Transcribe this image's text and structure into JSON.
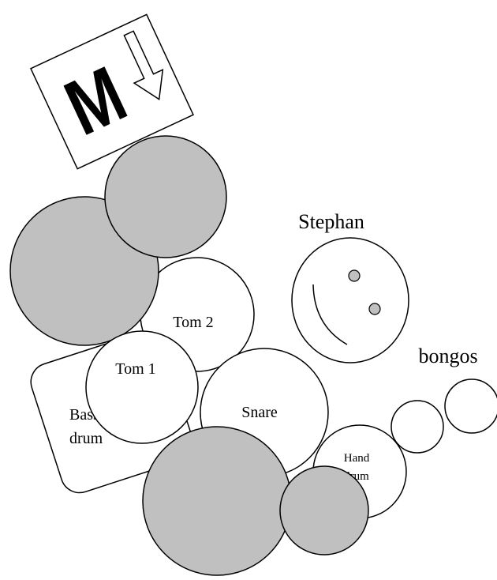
{
  "colors": {
    "cymbal_fill": "#c0c0c0",
    "drum_fill": "#ffffff",
    "stroke": "#000000",
    "background": "#ffffff"
  },
  "monitor": {
    "letter": "M",
    "arrow_icon": "arrow-down-icon"
  },
  "musician": {
    "name": "Stephan",
    "icon": "smiley-face-icon"
  },
  "drums": {
    "tom2": "Tom 2",
    "tom1": "Tom 1",
    "snare": "Snare",
    "bass_drum_line1": "Bass",
    "bass_drum_line2": "drum",
    "hand_drum_line1": "Hand",
    "hand_drum_line2": "drum"
  },
  "bongos": {
    "label": "bongos"
  }
}
